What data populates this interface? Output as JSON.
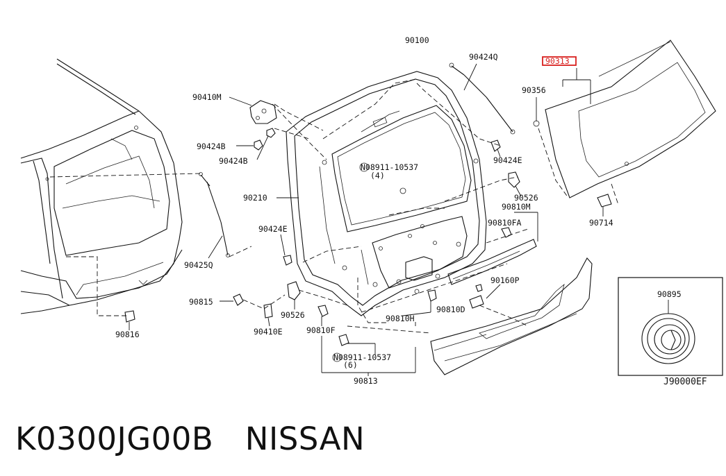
{
  "labels": {
    "p90100": "90100",
    "p90424q": "90424Q",
    "p90313": "90313",
    "p90356": "90356",
    "p90410m": "90410M",
    "p90424b_1": "90424B",
    "p90424b_2": "90424B",
    "p08911_4": "N08911-10537",
    "p08911_4_qty": "(4)",
    "p90424e_r": "90424E",
    "p90210": "90210",
    "p90526_r": "90526",
    "p90810m": "90810M",
    "p90810fa": "90810FA",
    "p90714": "90714",
    "p90424e_l": "90424E",
    "p90425q": "90425Q",
    "p90160p": "90160P",
    "p90815": "90815",
    "p90526_l": "90526",
    "p90810d": "90810D",
    "p90810h": "90810H",
    "p90816": "90816",
    "p90410e": "90410E",
    "p90810f": "90810F",
    "p08911_6": "N08911-10537",
    "p08911_6_qty": "(6)",
    "p90813": "90813",
    "p90895": "90895",
    "ref_code": "J90000EF"
  },
  "highlight_color": "#d9201e",
  "caption": "K0300JG00B　NISSAN"
}
